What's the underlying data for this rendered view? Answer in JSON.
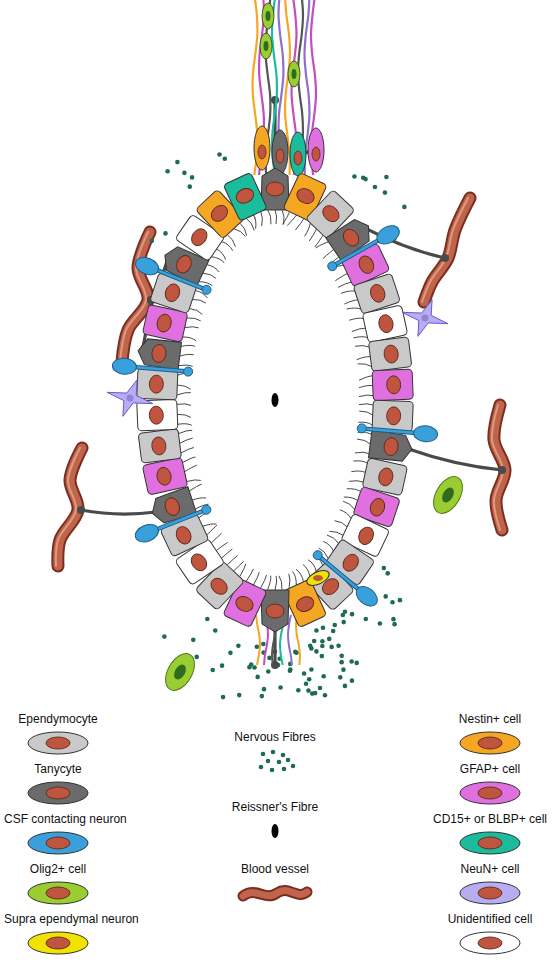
{
  "diagram": {
    "legend": [
      {
        "text": "Ependymocyte",
        "color": "#c9c9c9"
      },
      {
        "text": "Tanycyte",
        "color": "#6b6b6b"
      },
      {
        "text": "CSF contacting neuron",
        "color": "#3aa0dc"
      },
      {
        "text": "Olig2+ cell",
        "color": "#9acd32"
      },
      {
        "text": "Supra ependymal neuron",
        "color": "#f2e200"
      },
      {
        "text": "Nervous Fibres"
      },
      {
        "text": "Reissner's Fibre"
      },
      {
        "text": "Blood vessel"
      },
      {
        "text": "Nestin+ cell",
        "color": "#f5a623"
      },
      {
        "text": "GFAP+ cell",
        "color": "#e070e0"
      },
      {
        "text": "CD15+ or BLBP+ cell",
        "color": "#1abc9c"
      },
      {
        "text": "NeuN+ cell",
        "color": "#b7aef2"
      },
      {
        "text": "Unidentified cell",
        "color": "#ffffff"
      }
    ]
  }
}
